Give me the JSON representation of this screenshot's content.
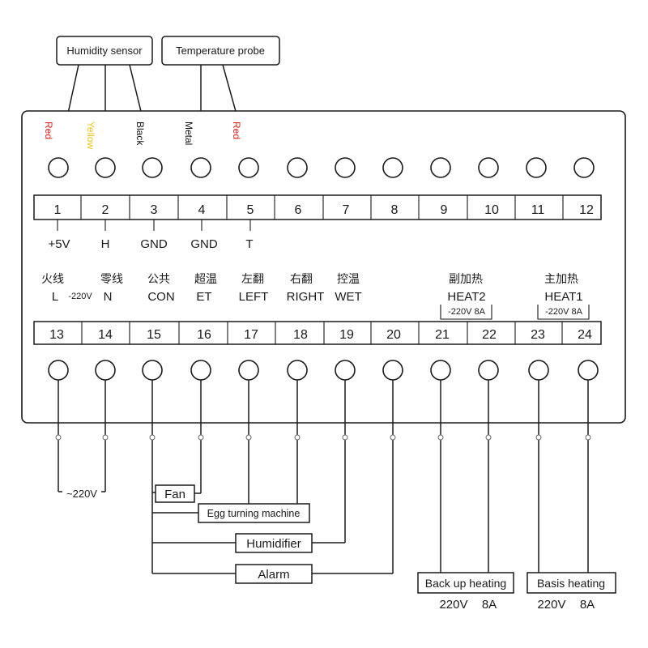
{
  "sensors": {
    "humidity_sensor": "Humidity sensor",
    "temperature_probe": "Temperature probe"
  },
  "wire_colors": [
    {
      "label": "Red",
      "color": "#e3211b"
    },
    {
      "label": "Yellow",
      "color": "#f0c419"
    },
    {
      "label": "Black",
      "color": "#111111"
    },
    {
      "label": "Metal",
      "color": "#111111"
    },
    {
      "label": "Red",
      "color": "#e3211b"
    }
  ],
  "top_terminals": [
    "1",
    "2",
    "3",
    "4",
    "5",
    "6",
    "7",
    "8",
    "9",
    "10",
    "11",
    "12"
  ],
  "top_signals": [
    "+5V",
    "H",
    "GND",
    "GND",
    "T"
  ],
  "output_labels_cn": [
    "火线",
    "零线",
    "公共",
    "超温",
    "左翻",
    "右翻",
    "控温",
    "副加热",
    "主加热"
  ],
  "output_labels_en": [
    "L",
    "N",
    "CON",
    "ET",
    "LEFT",
    "RIGHT",
    "WET",
    "HEAT2",
    "HEAT1"
  ],
  "live_voltage_note": "-220V",
  "heater_ratings": [
    "-220V 8A",
    "-220V 8A"
  ],
  "bottom_terminals": [
    "13",
    "14",
    "15",
    "16",
    "17",
    "18",
    "19",
    "20",
    "21",
    "22",
    "23",
    "24"
  ],
  "supply_label": "~220V",
  "loads": {
    "fan": "Fan",
    "egg_turning_machine": "Egg turning machine",
    "humidifier": "Humidifier",
    "alarm": "Alarm",
    "back_up_heating": "Back up heating",
    "basis_heating": "Basis heating"
  },
  "heating_ratings": [
    {
      "voltage": "220V",
      "current": "8A"
    },
    {
      "voltage": "220V",
      "current": "8A"
    }
  ]
}
